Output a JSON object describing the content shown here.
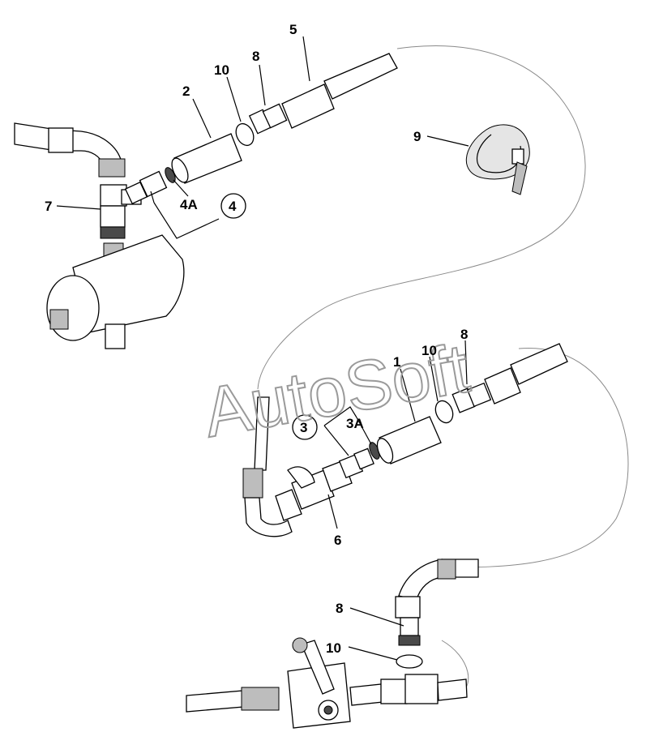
{
  "watermark": "AutoSoft",
  "callouts": {
    "c1": "1",
    "c2": "2",
    "c3": "3",
    "c3a": "3A",
    "c4": "4",
    "c4a": "4A",
    "c5": "5",
    "c6": "6",
    "c7": "7",
    "c8_top": "8",
    "c8_mid": "8",
    "c8_bottom": "8",
    "c9": "9",
    "c10_top": "10",
    "c10_mid": "10",
    "c10_bottom": "10"
  }
}
